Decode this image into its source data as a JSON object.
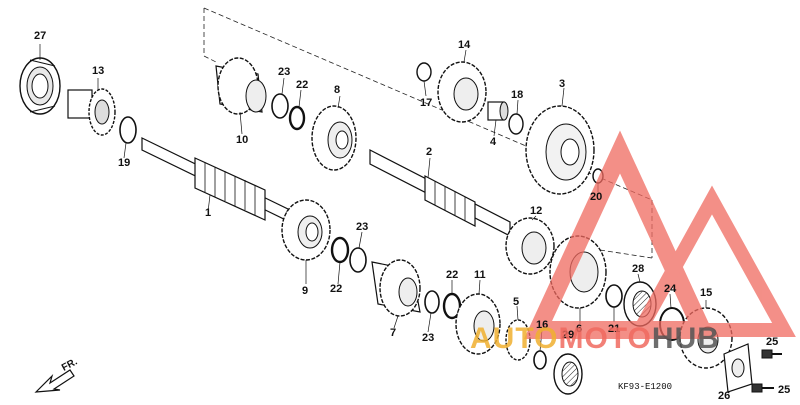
{
  "diagram": {
    "drawing_code": "KF93-E1200",
    "direction_label": "FR.",
    "callouts": [
      "27",
      "13",
      "19",
      "1",
      "10",
      "23",
      "22",
      "8",
      "9",
      "22",
      "23",
      "7",
      "23",
      "22",
      "11",
      "5",
      "16",
      "14",
      "17",
      "4",
      "18",
      "3",
      "2",
      "20",
      "12",
      "6",
      "28",
      "21",
      "24",
      "15",
      "29",
      "25",
      "25",
      "26"
    ]
  },
  "watermark": {
    "text_part1": "AUTO",
    "text_part2": "MOTO",
    "text_part3": "HUB",
    "color_primary": "#f08080",
    "color_accent": "#f0b030"
  }
}
